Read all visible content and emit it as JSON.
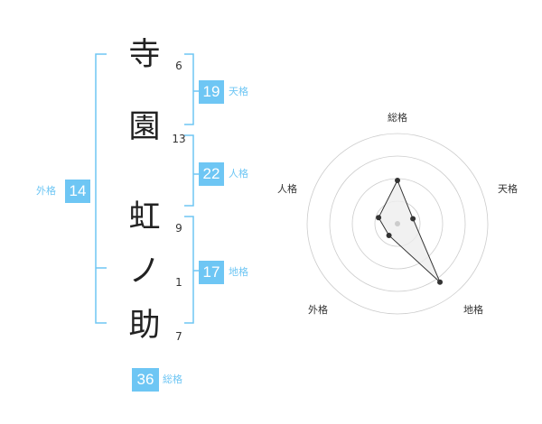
{
  "characters": [
    {
      "char": "寺",
      "strokes": "6"
    },
    {
      "char": "園",
      "strokes": "13"
    },
    {
      "char": "虹",
      "strokes": "9"
    },
    {
      "char": "ノ",
      "strokes": "1"
    },
    {
      "char": "助",
      "strokes": "7"
    }
  ],
  "kakusu": {
    "tenkaku": {
      "value": "19",
      "label": "天格"
    },
    "jinkaku": {
      "value": "22",
      "label": "人格"
    },
    "chikaku": {
      "value": "17",
      "label": "地格"
    },
    "gaikaku": {
      "value": "14",
      "label": "外格"
    },
    "soukaku": {
      "value": "36",
      "label": "総格"
    }
  },
  "radar": {
    "axes": [
      "総格",
      "天格",
      "地格",
      "外格",
      "人格"
    ],
    "values": [
      2.4,
      0.9,
      4.0,
      0.8,
      1.1
    ],
    "max": 5,
    "rings": 4,
    "colors": {
      "ring": "#cccccc",
      "fill": "#eeeeee",
      "line": "#333333",
      "point": "#333333",
      "center": "#cccccc"
    }
  },
  "colors": {
    "accent": "#6ec6f4"
  }
}
